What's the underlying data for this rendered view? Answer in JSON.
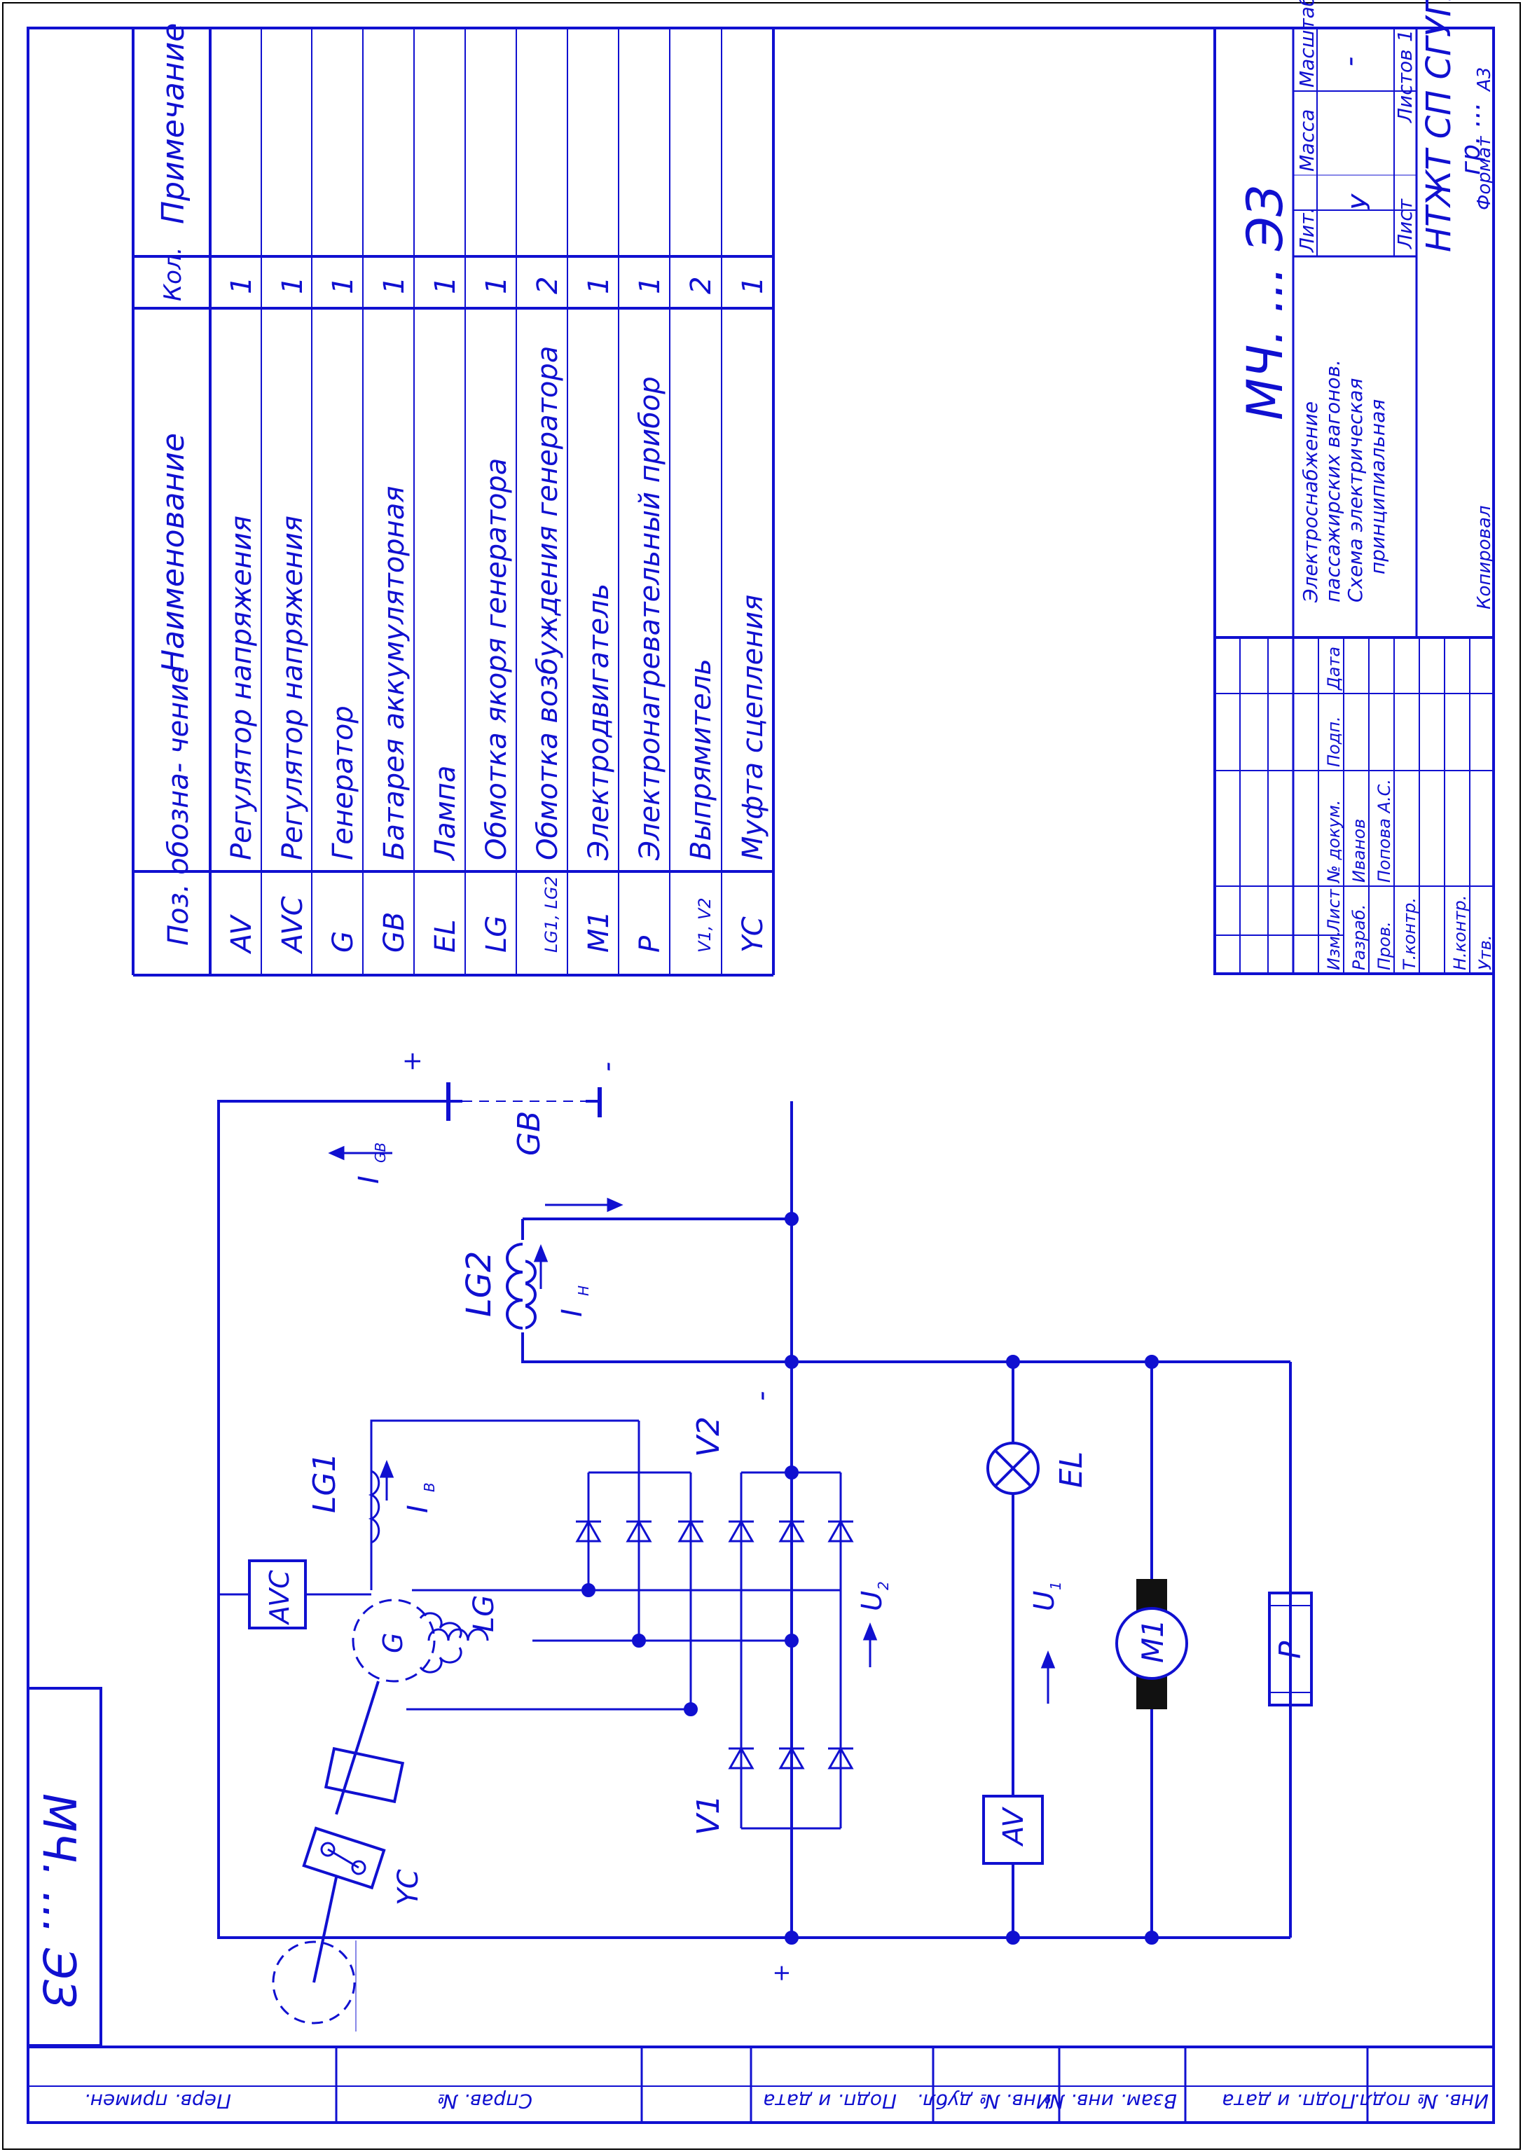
{
  "colors": {
    "ink": "#1010d0",
    "frame": "#000000",
    "background": "#ffffff"
  },
  "doc_code_side": "МЧ. ... ЭЗ",
  "doc_code_main": "МЧ. ... ЭЗ",
  "spec": {
    "headers": {
      "pos": "Поз. обозна- чение",
      "name": "Наименование",
      "qty": "Кол.",
      "note": "Примечание"
    },
    "rows": [
      {
        "pos": "AV",
        "name": "Регулятор напряжения",
        "qty": "1"
      },
      {
        "pos": "AVC",
        "name": "Регулятор напряжения",
        "qty": "1"
      },
      {
        "pos": "G",
        "name": "Генератор",
        "qty": "1"
      },
      {
        "pos": "GB",
        "name": "Батарея аккумуляторная",
        "qty": "1"
      },
      {
        "pos": "EL",
        "name": "Лампа",
        "qty": "1"
      },
      {
        "pos": "LG",
        "name": "Обмотка якоря генератора",
        "qty": "1"
      },
      {
        "pos": "LG1, LG2",
        "name": "Обмотка возбуждения генератора",
        "qty": "2"
      },
      {
        "pos": "M1",
        "name": "Электродвигатель",
        "qty": "1"
      },
      {
        "pos": "P",
        "name": "Электронагревательный прибор",
        "qty": "1"
      },
      {
        "pos": "V1, V2",
        "name": "Выпрямитель",
        "qty": "2"
      },
      {
        "pos": "YC",
        "name": "Муфта сцепления",
        "qty": "1"
      }
    ]
  },
  "title_block": {
    "code": "МЧ. ... ЭЗ",
    "title_lines": [
      "Электроснабжение",
      "пассажирских вагонов.",
      "Схема электрическая",
      "принципиальная"
    ],
    "lit_label": "Лит.",
    "mass_label": "Масса",
    "scale_label": "Масштаб",
    "lit_value": "У",
    "scale_value": "-",
    "sheet_label": "Лист",
    "sheets_label": "Листов",
    "sheets_value": "1",
    "org": "НТЖТ СП СГУПС",
    "group": "гр. ...",
    "copied": "Копировал",
    "format_label": "Формат",
    "format_value": "А3",
    "rev_headers": [
      "Изм.",
      "Лист",
      "№ докум.",
      "Подп.",
      "Дата"
    ],
    "roles": [
      "Разраб.",
      "Пров.",
      "Т.контр.",
      "",
      "Н.контр.",
      "Утв."
    ],
    "names": [
      "Иванов",
      "Попова А.С."
    ]
  },
  "side_stamps": {
    "top": [
      "Перв. примен.",
      "Справ. №"
    ],
    "bottom": [
      "Подп. и дата",
      "Инв. № дубл.",
      "Взам. инв. №",
      "Подп. и дата",
      "Инв. № подл."
    ]
  },
  "schematic": {
    "labels": {
      "GB": "GB",
      "IGB": "I",
      "IGB_sub": "GB",
      "plus": "+",
      "minus": "-",
      "LG2": "LG2",
      "IH": "I",
      "IH_sub": "H",
      "LG1": "LG1",
      "IB": "I",
      "IB_sub": "B",
      "AVC": "AVC",
      "G": "G",
      "LG": "LG",
      "V1": "V1",
      "V2": "V2",
      "U2": "U",
      "U2_sub": "2",
      "EL": "EL",
      "U1": "U",
      "U1_sub": "1",
      "M1": "M1",
      "P": "P",
      "AV": "AV",
      "YC": "YC"
    }
  }
}
